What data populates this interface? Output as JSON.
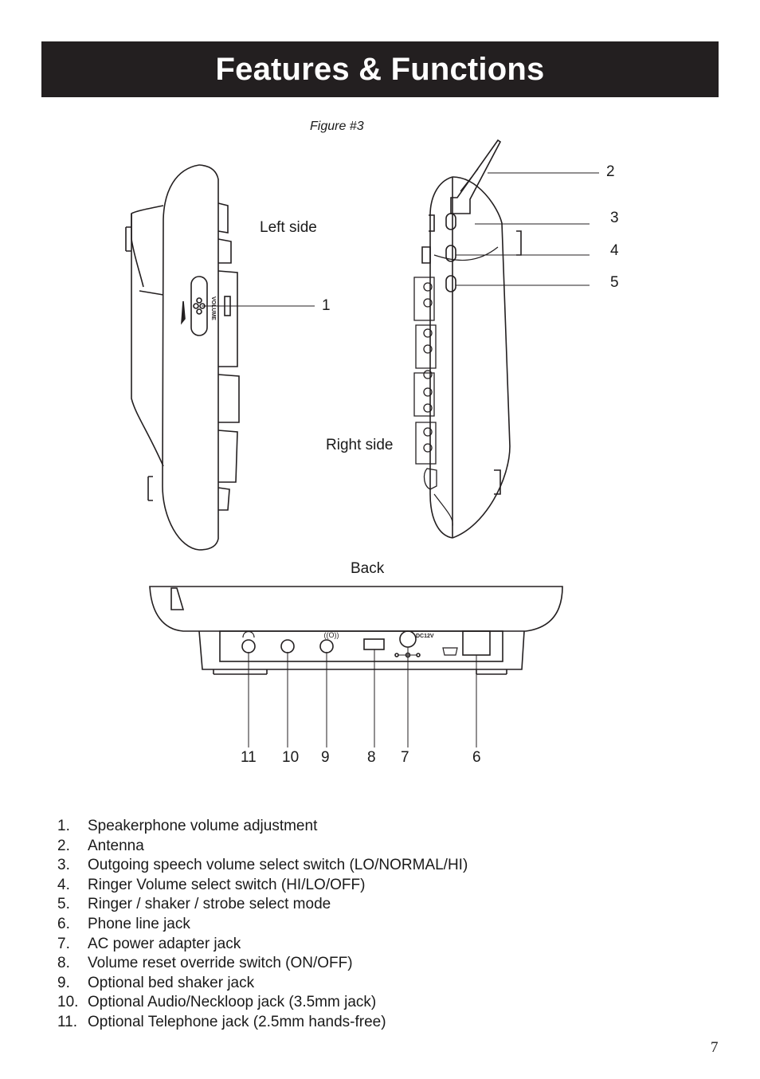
{
  "header": {
    "title": "Features & Functions"
  },
  "figure": {
    "caption": "Figure #3",
    "labels": {
      "left_side": "Left side",
      "right_side": "Right side",
      "back": "Back"
    },
    "callouts": [
      "1",
      "2",
      "3",
      "4",
      "5",
      "6",
      "7",
      "8",
      "9",
      "10",
      "11"
    ],
    "device_markings": {
      "volume": "VOLUME",
      "dc12v": "DC12V"
    }
  },
  "features": [
    {
      "num": "1.",
      "text": "Speakerphone volume adjustment"
    },
    {
      "num": "2.",
      "text": "Antenna"
    },
    {
      "num": "3.",
      "text": "Outgoing speech volume select switch (LO/NORMAL/HI)"
    },
    {
      "num": "4.",
      "text": "Ringer Volume select switch (HI/LO/OFF)"
    },
    {
      "num": "5.",
      "text": "Ringer / shaker / strobe select mode"
    },
    {
      "num": "6.",
      "text": "Phone line jack"
    },
    {
      "num": "7.",
      "text": "AC power adapter jack"
    },
    {
      "num": "8.",
      "text": "Volume reset override switch (ON/OFF)"
    },
    {
      "num": "9.",
      "text": "Optional bed shaker jack"
    },
    {
      "num": "10.",
      "text": "Optional Audio/Neckloop jack (3.5mm jack)"
    },
    {
      "num": "11.",
      "text": "Optional Telephone jack (2.5mm hands-free)"
    }
  ],
  "page_number": "7"
}
